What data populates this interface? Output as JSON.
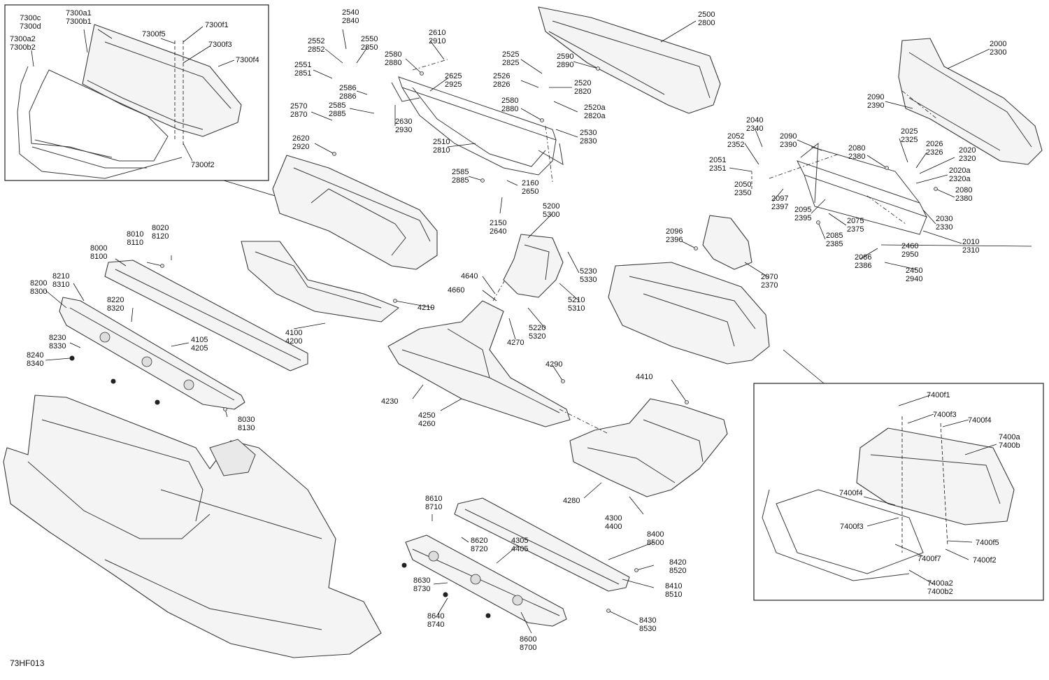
{
  "figure_code": "73HF013",
  "colors": {
    "ink": "#111111",
    "part_stroke": "#3a3a3a",
    "part_fill": "#f4f4f4",
    "inset_border": "#222222"
  },
  "callouts": [
    {
      "id": "c7300cd",
      "lines": [
        "7300c",
        "7300d"
      ]
    },
    {
      "id": "c7300a1b1",
      "lines": [
        "7300a1",
        "7300b1"
      ]
    },
    {
      "id": "c7300a2b2",
      "lines": [
        "7300a2",
        "7300b2"
      ]
    },
    {
      "id": "c7300f5",
      "lines": [
        "7300f5"
      ]
    },
    {
      "id": "c7300f1",
      "lines": [
        "7300f1"
      ]
    },
    {
      "id": "c7300f3",
      "lines": [
        "7300f3"
      ]
    },
    {
      "id": "c7300f4",
      "lines": [
        "7300f4"
      ]
    },
    {
      "id": "c7300f2",
      "lines": [
        "7300f2"
      ]
    },
    {
      "id": "c2540",
      "lines": [
        "2540",
        "2840"
      ]
    },
    {
      "id": "c2552",
      "lines": [
        "2552",
        "2852"
      ]
    },
    {
      "id": "c2550",
      "lines": [
        "2550",
        "2850"
      ]
    },
    {
      "id": "c2551",
      "lines": [
        "2551",
        "2851"
      ]
    },
    {
      "id": "c2586",
      "lines": [
        "2586",
        "2886"
      ]
    },
    {
      "id": "c2610",
      "lines": [
        "2610",
        "2910"
      ]
    },
    {
      "id": "c2580a",
      "lines": [
        "2580",
        "2880"
      ]
    },
    {
      "id": "c2625",
      "lines": [
        "2625",
        "2925"
      ]
    },
    {
      "id": "c2570",
      "lines": [
        "2570",
        "2870"
      ]
    },
    {
      "id": "c2585a",
      "lines": [
        "2585",
        "2885"
      ]
    },
    {
      "id": "c2630",
      "lines": [
        "2630",
        "2930"
      ]
    },
    {
      "id": "c2620",
      "lines": [
        "2620",
        "2920"
      ]
    },
    {
      "id": "c2510",
      "lines": [
        "2510",
        "2810"
      ]
    },
    {
      "id": "c2500",
      "lines": [
        "2500",
        "2800"
      ]
    },
    {
      "id": "c2590",
      "lines": [
        "2590",
        "2890"
      ]
    },
    {
      "id": "c2525",
      "lines": [
        "2525",
        "2825"
      ]
    },
    {
      "id": "c2526",
      "lines": [
        "2526",
        "2826"
      ]
    },
    {
      "id": "c2520",
      "lines": [
        "2520",
        "2820"
      ]
    },
    {
      "id": "c2580b",
      "lines": [
        "2580",
        "2880"
      ]
    },
    {
      "id": "c2520a",
      "lines": [
        "2520a",
        "2820a"
      ]
    },
    {
      "id": "c2530",
      "lines": [
        "2530",
        "2830"
      ]
    },
    {
      "id": "c2585b",
      "lines": [
        "2585",
        "2885"
      ]
    },
    {
      "id": "c2160",
      "lines": [
        "2160",
        "2650"
      ]
    },
    {
      "id": "c2150",
      "lines": [
        "2150",
        "2640"
      ]
    },
    {
      "id": "c2000",
      "lines": [
        "2000",
        "2300"
      ]
    },
    {
      "id": "c2090a",
      "lines": [
        "2090",
        "2390"
      ]
    },
    {
      "id": "c2040",
      "lines": [
        "2040",
        "2340"
      ]
    },
    {
      "id": "c2052",
      "lines": [
        "2052",
        "2352"
      ]
    },
    {
      "id": "c2090b",
      "lines": [
        "2090",
        "2390"
      ]
    },
    {
      "id": "c2080a",
      "lines": [
        "2080",
        "2380"
      ]
    },
    {
      "id": "c2025",
      "lines": [
        "2025",
        "2325"
      ]
    },
    {
      "id": "c2026",
      "lines": [
        "2026",
        "2326"
      ]
    },
    {
      "id": "c2020",
      "lines": [
        "2020",
        "2320"
      ]
    },
    {
      "id": "c2051",
      "lines": [
        "2051",
        "2351"
      ]
    },
    {
      "id": "c2020a",
      "lines": [
        "2020a",
        "2320a"
      ]
    },
    {
      "id": "c2050",
      "lines": [
        "2050",
        "2350"
      ]
    },
    {
      "id": "c2080b",
      "lines": [
        "2080",
        "2380"
      ]
    },
    {
      "id": "c2097",
      "lines": [
        "2097",
        "2397"
      ]
    },
    {
      "id": "c2095",
      "lines": [
        "2095",
        "2395"
      ]
    },
    {
      "id": "c2075",
      "lines": [
        "2075",
        "2375"
      ]
    },
    {
      "id": "c2030",
      "lines": [
        "2030",
        "2330"
      ]
    },
    {
      "id": "c2085",
      "lines": [
        "2085",
        "2385"
      ]
    },
    {
      "id": "c2010",
      "lines": [
        "2010",
        "2310"
      ]
    },
    {
      "id": "c2096",
      "lines": [
        "2096",
        "2396"
      ]
    },
    {
      "id": "c2460",
      "lines": [
        "2460",
        "2950"
      ]
    },
    {
      "id": "c2086",
      "lines": [
        "2086",
        "2386"
      ]
    },
    {
      "id": "c2450",
      "lines": [
        "2450",
        "2940"
      ]
    },
    {
      "id": "c2070",
      "lines": [
        "2070",
        "2370"
      ]
    },
    {
      "id": "c5200",
      "lines": [
        "5200",
        "5300"
      ]
    },
    {
      "id": "c5230",
      "lines": [
        "5230",
        "5330"
      ]
    },
    {
      "id": "c4640",
      "lines": [
        "4640"
      ]
    },
    {
      "id": "c4660",
      "lines": [
        "4660"
      ]
    },
    {
      "id": "c5210",
      "lines": [
        "5210",
        "5310"
      ]
    },
    {
      "id": "c4210",
      "lines": [
        "4210"
      ]
    },
    {
      "id": "c5220",
      "lines": [
        "5220",
        "5320"
      ]
    },
    {
      "id": "c4270",
      "lines": [
        "4270"
      ]
    },
    {
      "id": "c4100",
      "lines": [
        "4100",
        "4200"
      ]
    },
    {
      "id": "c4290",
      "lines": [
        "4290"
      ]
    },
    {
      "id": "c4230",
      "lines": [
        "4230"
      ]
    },
    {
      "id": "c4250",
      "lines": [
        "4250",
        "4260"
      ]
    },
    {
      "id": "c4410",
      "lines": [
        "4410"
      ]
    },
    {
      "id": "c4280",
      "lines": [
        "4280"
      ]
    },
    {
      "id": "c4300",
      "lines": [
        "4300",
        "4400"
      ]
    },
    {
      "id": "c8020",
      "lines": [
        "8020",
        "8120"
      ]
    },
    {
      "id": "c8010",
      "lines": [
        "8010",
        "8110"
      ]
    },
    {
      "id": "c8000",
      "lines": [
        "8000",
        "8100"
      ]
    },
    {
      "id": "c8210",
      "lines": [
        "8210",
        "8310"
      ]
    },
    {
      "id": "c8200",
      "lines": [
        "8200",
        "8300"
      ]
    },
    {
      "id": "c8220",
      "lines": [
        "8220",
        "8320"
      ]
    },
    {
      "id": "c8230",
      "lines": [
        "8230",
        "8330"
      ]
    },
    {
      "id": "c4105",
      "lines": [
        "4105",
        "4205"
      ]
    },
    {
      "id": "c8240",
      "lines": [
        "8240",
        "8340"
      ]
    },
    {
      "id": "c8030",
      "lines": [
        "8030",
        "8130"
      ]
    },
    {
      "id": "c8610",
      "lines": [
        "8610",
        "8710"
      ]
    },
    {
      "id": "c8620",
      "lines": [
        "8620",
        "8720"
      ]
    },
    {
      "id": "c4305",
      "lines": [
        "4305",
        "4405"
      ]
    },
    {
      "id": "c8630",
      "lines": [
        "8630",
        "8730"
      ]
    },
    {
      "id": "c8640",
      "lines": [
        "8640",
        "8740"
      ]
    },
    {
      "id": "c8600",
      "lines": [
        "8600",
        "8700"
      ]
    },
    {
      "id": "c8400",
      "lines": [
        "8400",
        "8500"
      ]
    },
    {
      "id": "c8420",
      "lines": [
        "8420",
        "8520"
      ]
    },
    {
      "id": "c8410",
      "lines": [
        "8410",
        "8510"
      ]
    },
    {
      "id": "c8430",
      "lines": [
        "8430",
        "8530"
      ]
    },
    {
      "id": "c7400f1",
      "lines": [
        "7400f1"
      ]
    },
    {
      "id": "c7400f3a",
      "lines": [
        "7400f3"
      ]
    },
    {
      "id": "c7400f4a",
      "lines": [
        "7400f4"
      ]
    },
    {
      "id": "c7400ab",
      "lines": [
        "7400a",
        "7400b"
      ]
    },
    {
      "id": "c7400f4b",
      "lines": [
        "7400f4"
      ]
    },
    {
      "id": "c7400f3b",
      "lines": [
        "7400f3"
      ]
    },
    {
      "id": "c7400f5",
      "lines": [
        "7400f5"
      ]
    },
    {
      "id": "c7400f7",
      "lines": [
        "7400f7"
      ]
    },
    {
      "id": "c7400f2",
      "lines": [
        "7400f2"
      ]
    },
    {
      "id": "c7400a2b2",
      "lines": [
        "7400a2",
        "7400b2"
      ]
    }
  ]
}
